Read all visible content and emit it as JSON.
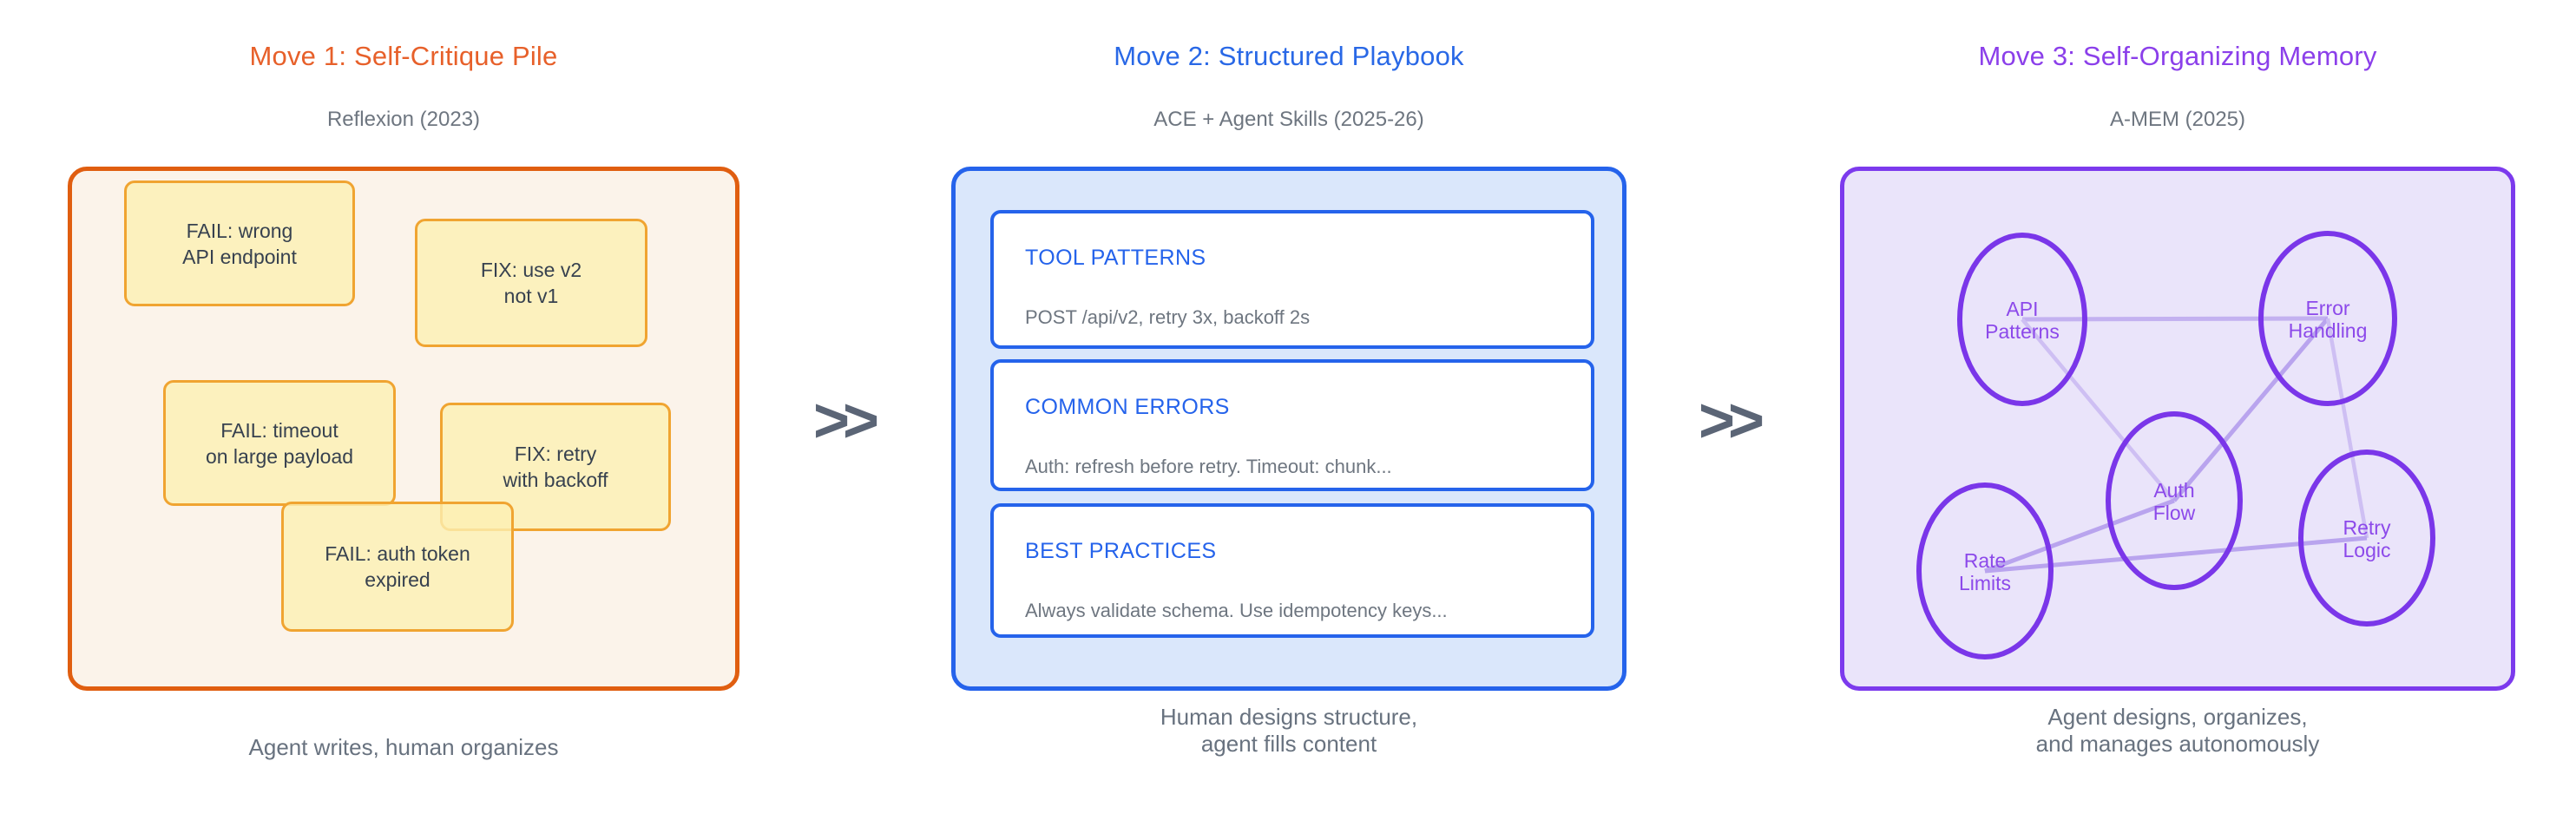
{
  "panels": [
    {
      "title": "Move 1: Self-Critique Pile",
      "subtitle": "Reflexion (2023)",
      "caption_lines": [
        "Agent writes, human organizes"
      ],
      "accent_color": "#E7602A",
      "box_border_color": "#E05E10",
      "box_fill_color": "#FBF3EA",
      "notes": [
        {
          "line1": "FAIL: wrong",
          "line2": "API endpoint"
        },
        {
          "line1": "FIX: use v2",
          "line2": "not v1"
        },
        {
          "line1": "FAIL: timeout",
          "line2": "on large payload"
        },
        {
          "line1": "FIX: retry",
          "line2": "with backoff"
        },
        {
          "line1": "FAIL: auth token",
          "line2": "expired"
        }
      ]
    },
    {
      "title": "Move 2: Structured Playbook",
      "subtitle": "ACE + Agent Skills (2025-26)",
      "caption_lines": [
        "Human designs structure,",
        "agent fills content"
      ],
      "accent_color": "#2968E6",
      "box_border_color": "#2563EB",
      "box_fill_color": "#DAE7FB",
      "cards": [
        {
          "header": "TOOL PATTERNS",
          "body": "POST /api/v2, retry 3x, backoff 2s"
        },
        {
          "header": "COMMON ERRORS",
          "body": "Auth: refresh before retry. Timeout: chunk..."
        },
        {
          "header": "BEST PRACTICES",
          "body": "Always validate schema. Use idempotency keys..."
        }
      ]
    },
    {
      "title": "Move 3: Self-Organizing Memory",
      "subtitle": "A-MEM (2025)",
      "caption_lines": [
        "Agent designs, organizes,",
        "and manages autonomously"
      ],
      "accent_color": "#8B3FEA",
      "box_border_color": "#7C3AED",
      "box_fill_color": "#EAE4FA",
      "node_text_color": "#8C49EA",
      "edge_color": "#C3B1F0",
      "nodes": [
        {
          "line1": "API",
          "line2": "Patterns"
        },
        {
          "line1": "Error",
          "line2": "Handling"
        },
        {
          "line1": "Auth",
          "line2": "Flow"
        },
        {
          "line1": "Rate",
          "line2": "Limits"
        },
        {
          "line1": "Retry",
          "line2": "Logic"
        }
      ],
      "edges": [
        [
          "API Patterns",
          "Error Handling"
        ],
        [
          "API Patterns",
          "Auth Flow"
        ],
        [
          "Error Handling",
          "Auth Flow"
        ],
        [
          "Error Handling",
          "Retry Logic"
        ],
        [
          "Rate Limits",
          "Auth Flow"
        ],
        [
          "Rate Limits",
          "Retry Logic"
        ]
      ]
    }
  ],
  "separators": [
    {
      "symbol": ">>"
    },
    {
      "symbol": ">>"
    }
  ],
  "colors": {
    "chevron": "#5B6576",
    "subtitle_gray": "#6E7680",
    "caption_gray": "#68727F",
    "note_border": "#F0A431",
    "note_text": "#37414F"
  }
}
